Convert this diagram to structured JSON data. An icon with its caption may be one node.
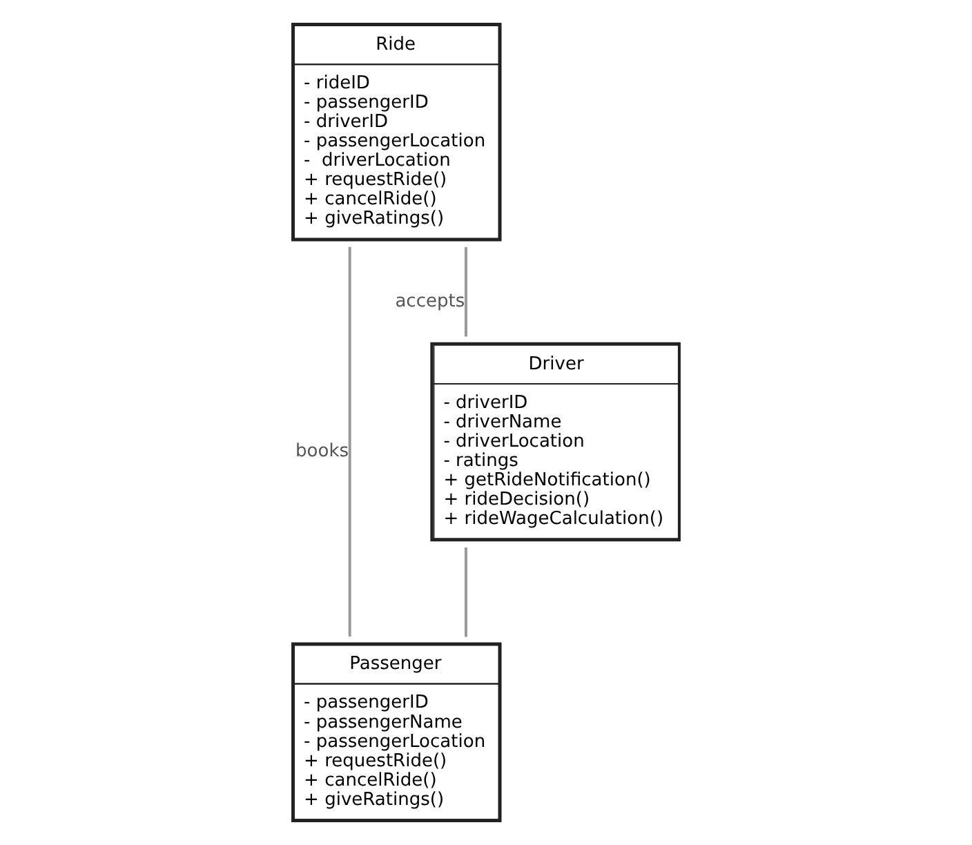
{
  "diagram": {
    "nodes": [
      {
        "text": [
          "Ride",
          "- rideID",
          "- passengerID",
          "- driverID",
          "- passengerLocation",
          "-  driverLocation",
          "+ requestRide()",
          "+ cancelRide()",
          "+ giveRatings()"
        ]
      },
      {
        "text": [
          "Passenger",
          "- passengerID",
          "- passengerName",
          "- passengerLocation",
          "+ requestRide()",
          "+ cancelRide()",
          "+ giveRatings()"
        ]
      },
      {
        "text": [
          "Driver",
          "- driverID",
          "- driverName",
          "- driverLocation",
          "- ratings",
          "+ getRideNotification()",
          "+ rideDecision()",
          "+ rideWageCalculation()"
        ]
      }
    ],
    "edges": [
      {
        "from": 1,
        "to": 0,
        "arrow": "none",
        "label": "books"
      },
      {
        "from": 2,
        "to": 0,
        "arrow": "none",
        "label": "accepts"
      },
      {
        "from": 1,
        "to": 2,
        "arrow": "none"
      }
    ]
  }
}
